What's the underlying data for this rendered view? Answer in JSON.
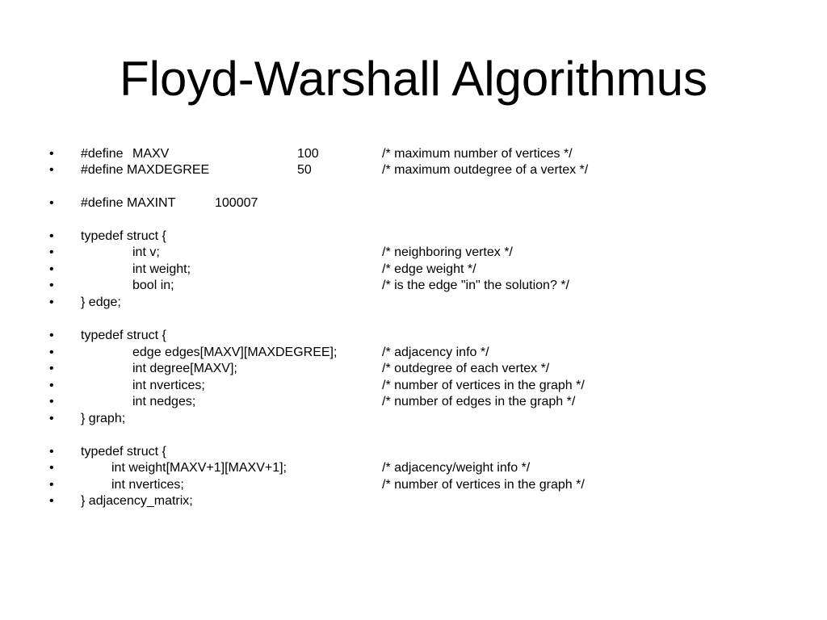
{
  "title": "Floyd-Warshall Algorithmus",
  "bullet_char": "•",
  "lines": [
    [
      "#define",
      "MAXV",
      "100",
      "/* maximum number of vertices */"
    ],
    [
      "#define MAXDEGREE",
      "50",
      "/* maximum outdegree of a vertex */"
    ],
    [
      "#define MAXINT",
      "100007"
    ],
    [
      "typedef struct {"
    ],
    [
      "int v;",
      "/* neighboring vertex */"
    ],
    [
      "int weight;",
      "/* edge weight */"
    ],
    [
      "bool in;",
      "/* is the edge \"in\" the solution? */"
    ],
    [
      "} edge;"
    ],
    [
      "typedef struct {"
    ],
    [
      "edge edges[MAXV][MAXDEGREE];",
      "/* adjacency info */"
    ],
    [
      "int degree[MAXV];",
      "/* outdegree of each vertex */"
    ],
    [
      "int nvertices;",
      "/* number of vertices in the graph */"
    ],
    [
      "int nedges;",
      "/* number of edges in the graph */"
    ],
    [
      "} graph;"
    ],
    [
      "typedef struct {"
    ],
    [
      "int weight[MAXV+1][MAXV+1];",
      "/* adjacency/weight info */"
    ],
    [
      "int nvertices;",
      "/* number of vertices in the graph */"
    ],
    [
      "} adjacency_matrix;"
    ]
  ]
}
